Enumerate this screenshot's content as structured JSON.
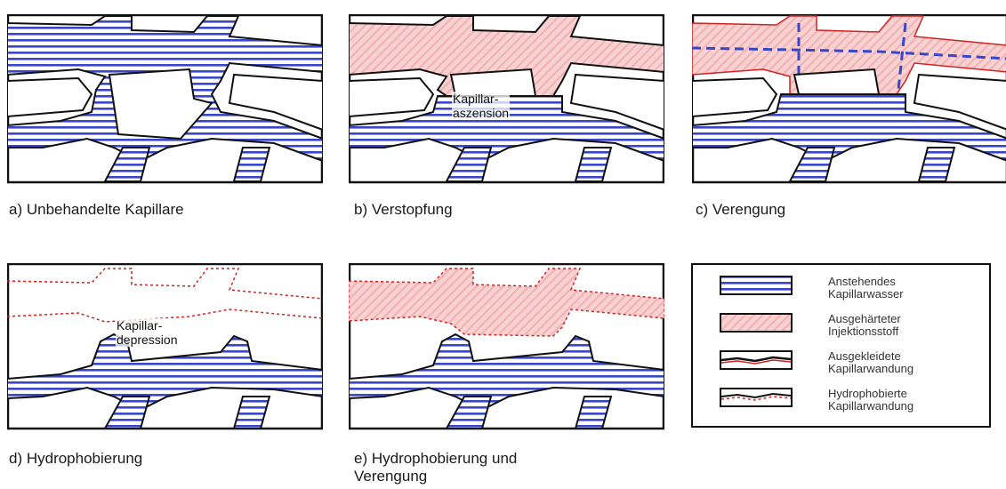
{
  "panels": [
    {
      "id": "a",
      "caption": "a) Unbehandelte Kapillare"
    },
    {
      "id": "b",
      "caption": "b) Verstopfung",
      "label": "Kapillar-\naszension"
    },
    {
      "id": "c",
      "caption": "c) Verengung"
    },
    {
      "id": "d",
      "caption": "d) Hydrophobierung",
      "label": "Kapillar-\ndepression"
    },
    {
      "id": "e",
      "caption": "e) Hydrophobierung und\nVerengung"
    }
  ],
  "legend": {
    "items": [
      {
        "text": "Anstehendes\nKapillarwasser"
      },
      {
        "text": "Ausgehärteter\nInjektionsstoff"
      },
      {
        "text": "Ausgekleidete\nKapillarwandung"
      },
      {
        "text": "Hydrophobierte\nKapillarwandung"
      }
    ]
  },
  "colors": {
    "water_stripe": "#3a46c8",
    "injection_fill": "#f6c9c9",
    "outline": "#111111",
    "red_line": "#d42020"
  }
}
